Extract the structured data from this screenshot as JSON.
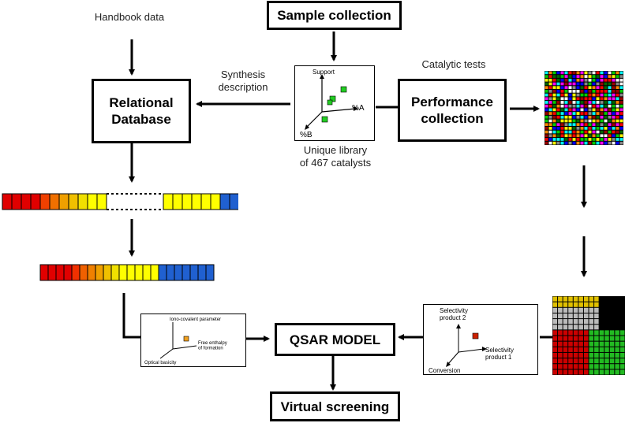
{
  "nodes": {
    "sample_collection": "Sample collection",
    "relational_database": "Relational\nDatabase",
    "performance_collection": "Performance\ncollection",
    "qsar_model": "QSAR MODEL",
    "virtual_screening": "Virtual screening"
  },
  "labels": {
    "handbook_data": "Handbook data",
    "synthesis_description": "Synthesis\ndescription",
    "catalytic_tests": "Catalytic tests",
    "unique_library": "Unique library\nof 467 catalysts"
  },
  "library_plot": {
    "axis_y": "Support",
    "axis_x": "%A",
    "axis_z": "%B",
    "point_color": "#22cc22"
  },
  "descriptor_plot": {
    "axis_y": "Iono-covalent parameter",
    "axis_x": "Free enthalpy\nof formation",
    "axis_z": "Optical basicity",
    "point_color": "#f0a020"
  },
  "selectivity_plot": {
    "axis_y": "Selectivity\nproduct 2",
    "axis_x": "Selectivity\nproduct 1",
    "axis_z": "Conversion",
    "point_color": "#cc2200"
  },
  "bar1_colors": [
    "#e00000",
    "#e00000",
    "#e00000",
    "#e00000",
    "#f04000",
    "#f07000",
    "#f0a000",
    "#f0c000",
    "#f0e000",
    "#ffff00",
    "#ffff00",
    "#ffff00",
    "#ffff00",
    "#ffff00",
    "#ffff00",
    "#ffff00",
    "#ffff00",
    "#2060d0",
    "#2060d0",
    "#2060d0",
    "#2060d0",
    "#2060d0",
    "#2060d0",
    "#2060d0"
  ],
  "bar2_colors": [
    "#e00000",
    "#e00000",
    "#e00000",
    "#e00000",
    "#f03000",
    "#f06000",
    "#f08000",
    "#f0a000",
    "#f0c000",
    "#f0e000",
    "#ffff00",
    "#ffff00",
    "#ffff00",
    "#ffff00",
    "#ffff00",
    "#2060d0",
    "#2060d0",
    "#2060d0",
    "#2060d0",
    "#2060d0",
    "#2060d0",
    "#2060d0"
  ]
}
